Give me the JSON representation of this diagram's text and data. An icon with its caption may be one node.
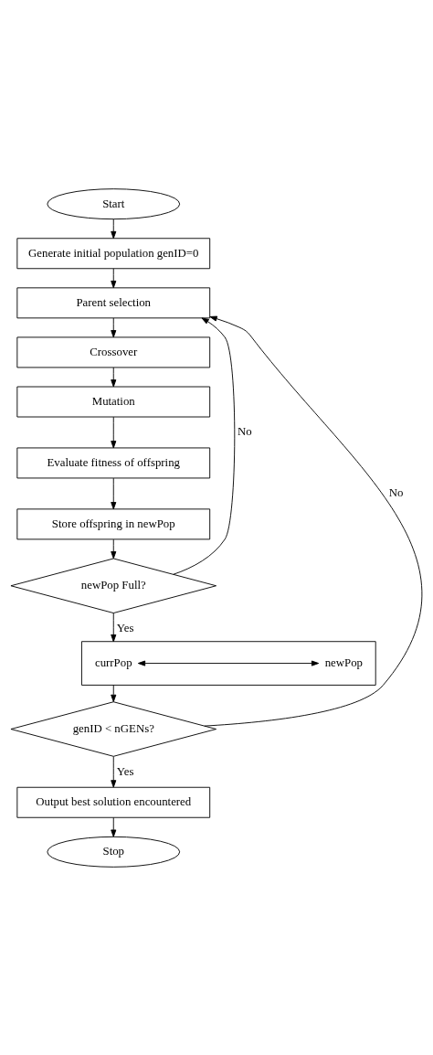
{
  "diagram": {
    "nodes": [
      {
        "text": [
          "Start"
        ]
      },
      {
        "text": [
          "Generate initial population genID=0"
        ]
      },
      {
        "text": [
          "Parent selection"
        ]
      },
      {
        "text": [
          "Crossover"
        ]
      },
      {
        "text": [
          "Mutation"
        ]
      },
      {
        "text": [
          "Evaluate fitness of offspring"
        ]
      },
      {
        "text": [
          "Store offspring in newPop"
        ]
      },
      {
        "text": [
          "newPop Full?"
        ]
      },
      {
        "text": [],
        "shape": "box"
      },
      {
        "text": [
          "currPop"
        ],
        "in": 8
      },
      {
        "text": [
          "newPop"
        ],
        "in": 8
      },
      {
        "text": [
          "genID < nGENs?"
        ]
      },
      {
        "text": [
          "Output best solution encountered"
        ]
      },
      {
        "text": [
          "Stop"
        ]
      }
    ],
    "edges": [
      {
        "from": 0,
        "to": 1,
        "arrow": "to"
      },
      {
        "from": 1,
        "to": 2,
        "arrow": "to"
      },
      {
        "from": 2,
        "to": 3,
        "arrow": "to"
      },
      {
        "from": 3,
        "to": 4,
        "arrow": "to"
      },
      {
        "from": 4,
        "to": 5,
        "arrow": "to"
      },
      {
        "from": 5,
        "to": 6,
        "arrow": "to"
      },
      {
        "from": 6,
        "to": 7,
        "arrow": "to"
      },
      {
        "from": 7,
        "to": 2,
        "label": "No",
        "arrow": "to"
      },
      {
        "from": 7,
        "to": 8,
        "label": "Yes",
        "arrow": "to"
      },
      {
        "from": 9,
        "to": 10,
        "arrow": "both"
      },
      {
        "from": 8,
        "to": 11,
        "arrow": "to"
      },
      {
        "from": 11,
        "to": 2,
        "label": "No",
        "arrow": "to"
      },
      {
        "from": 11,
        "to": 12,
        "label": "Yes",
        "arrow": "to"
      },
      {
        "from": 12,
        "to": 13,
        "arrow": "to"
      }
    ]
  }
}
